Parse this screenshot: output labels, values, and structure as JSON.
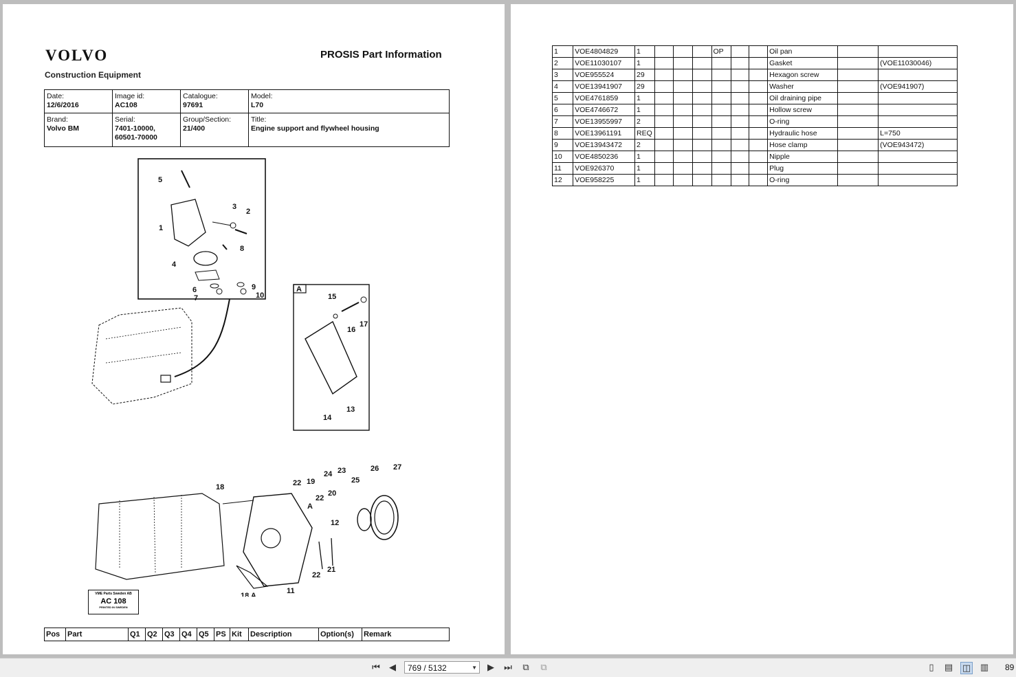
{
  "left_page": {
    "logo": "VOLVO",
    "logo_sub": "Construction Equipment",
    "title": "PROSIS Part Information",
    "info": {
      "date_label": "Date:",
      "date": "12/6/2016",
      "image_label": "Image id:",
      "image": "AC108",
      "catalogue_label": "Catalogue:",
      "catalogue": "97691",
      "model_label": "Model:",
      "model": "L70",
      "brand_label": "Brand:",
      "brand": "Volvo BM",
      "serial_label": "Serial:",
      "serial_1": "7401-10000,",
      "serial_2": "60501-70000",
      "group_label": "Group/Section:",
      "group": "21/400",
      "title_label": "Title:",
      "title_val": "Engine support and flywheel housing"
    },
    "drawing": {
      "callouts": [
        "5",
        "3",
        "2",
        "1",
        "8",
        "4",
        "6",
        "9",
        "7",
        "10",
        "A",
        "15",
        "16",
        "17",
        "14",
        "13",
        "18",
        "22",
        "19",
        "24",
        "23",
        "25",
        "26",
        "27",
        "20",
        "12",
        "11",
        "21",
        "18 A"
      ],
      "stamp": {
        "line1": "VME Parts Sweden AB",
        "line2": "AC 108",
        "line3": "PRINTED IN SWEDEN"
      }
    },
    "parts_header": [
      "Pos",
      "Part",
      "Q1",
      "Q2",
      "Q3",
      "Q4",
      "Q5",
      "PS",
      "Kit",
      "Description",
      "Option(s)",
      "Remark"
    ]
  },
  "right_page": {
    "rows": [
      {
        "pos": "1",
        "part": "VOE4804829",
        "q1": "1",
        "q5": "OP",
        "desc": "Oil pan",
        "remark": ""
      },
      {
        "pos": "2",
        "part": "VOE11030107",
        "q1": "1",
        "q5": "",
        "desc": "Gasket",
        "remark": "(VOE11030046)"
      },
      {
        "pos": "3",
        "part": "VOE955524",
        "q1": "29",
        "q5": "",
        "desc": "Hexagon screw",
        "remark": ""
      },
      {
        "pos": "4",
        "part": "VOE13941907",
        "q1": "29",
        "q5": "",
        "desc": "Washer",
        "remark": "(VOE941907)"
      },
      {
        "pos": "5",
        "part": "VOE4761859",
        "q1": "1",
        "q5": "",
        "desc": "Oil draining pipe",
        "remark": ""
      },
      {
        "pos": "6",
        "part": "VOE4746672",
        "q1": "1",
        "q5": "",
        "desc": "Hollow screw",
        "remark": ""
      },
      {
        "pos": "7",
        "part": "VOE13955997",
        "q1": "2",
        "q5": "",
        "desc": "O-ring",
        "remark": ""
      },
      {
        "pos": "8",
        "part": "VOE13961191",
        "q1": "REQ",
        "q5": "",
        "desc": "Hydraulic hose",
        "remark": "L=750"
      },
      {
        "pos": "9",
        "part": "VOE13943472",
        "q1": "2",
        "q5": "",
        "desc": "Hose clamp",
        "remark": "(VOE943472)"
      },
      {
        "pos": "10",
        "part": "VOE4850236",
        "q1": "1",
        "q5": "",
        "desc": "Nipple",
        "remark": ""
      },
      {
        "pos": "11",
        "part": "VOE926370",
        "q1": "1",
        "q5": "",
        "desc": "Plug",
        "remark": ""
      },
      {
        "pos": "12",
        "part": "VOE958225",
        "q1": "1",
        "q5": "",
        "desc": "O-ring",
        "remark": ""
      }
    ]
  },
  "toolbar": {
    "page_indicator": "769 / 5132",
    "zoom": "89",
    "icons": [
      "first-page-icon",
      "prev-page-icon",
      "next-page-icon",
      "last-page-icon",
      "rotate-icon",
      "fit-icon",
      "single-page-icon",
      "continuous-icon",
      "facing-icon",
      "facing-continuous-icon"
    ]
  }
}
